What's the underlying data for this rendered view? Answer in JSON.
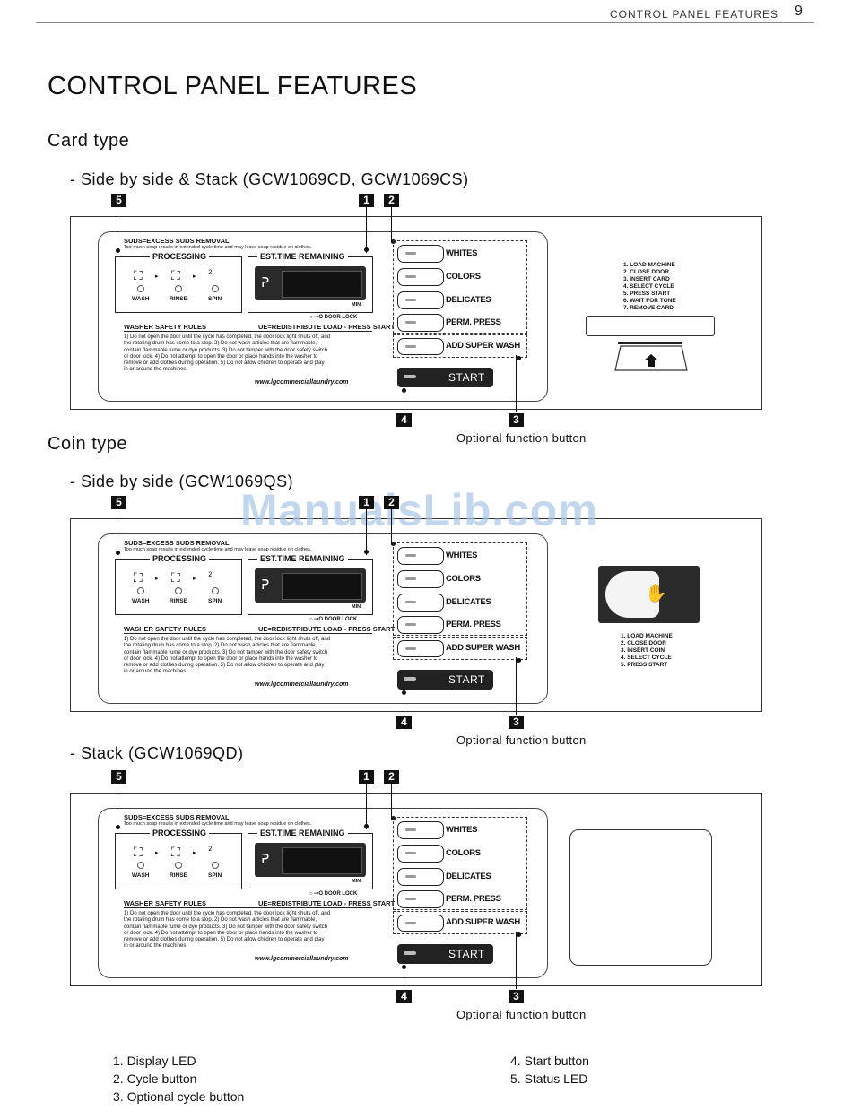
{
  "header": {
    "title": "CONTROL PANEL FEATURES",
    "page_number": "9"
  },
  "page_title": "CONTROL PANEL FEATURES",
  "sections": {
    "card_type": "Card type",
    "card_sub": "- Side by side & Stack (GCW1069CD, GCW1069CS)",
    "coin_type": "Coin type",
    "coin_sub1": "- Side by side (GCW1069QS)",
    "coin_sub2": "- Stack (GCW1069QD)"
  },
  "callouts": {
    "n1": "1",
    "n2": "2",
    "n3": "3",
    "n4": "4",
    "n5": "5"
  },
  "optional_function_label": "Optional function button",
  "panel": {
    "suds_title": "SUDS=EXCESS SUDS REMOVAL",
    "suds_sub": "Too much soap results in extended cycle time and may leave soap residue on clothes.",
    "processing": "PROCESSING",
    "stages": [
      "WASH",
      "RINSE",
      "SPIN"
    ],
    "est_time": "EST.TIME REMAINING",
    "min": "MIN.",
    "door_lock": "DOOR LOCK",
    "safety_title": "WASHER SAFETY RULES",
    "ue_text": "UE=REDISTRIBUTE LOAD - PRESS START",
    "rules_lines": [
      "1) Do not open the door until the cycle has completed, the door lock light shuts off, and",
      "the rotating drum has come to a stop.  2) Do not wash articles that are flammable,",
      "contain flammable fume or dye products.  3) Do not tamper with the door safety switch",
      "or door lock.  4) Do not attempt to open the door or place hands into the washer to",
      "remove or add clothes during operation.  5) Do not allow children to operate and play",
      "in or around the machines."
    ],
    "website": "www.lgcommerciallaundry.com",
    "buttons": [
      "WHITES",
      "COLORS",
      "DELICATES",
      "PERM. PRESS"
    ],
    "super_wash": "ADD SUPER WASH",
    "start": "START"
  },
  "card_instructions": [
    "1. LOAD MACHINE",
    "2. CLOSE DOOR",
    "3. INSERT CARD",
    "4. SELECT CYCLE",
    "5. PRESS START",
    "6. WAIT FOR TONE",
    "7. REMOVE CARD"
  ],
  "coin_instructions": [
    "1. LOAD MACHINE",
    "2. CLOSE DOOR",
    "3. INSERT COIN",
    "4. SELECT CYCLE",
    "5. PRESS START"
  ],
  "legend_left": [
    "1. Display LED",
    "2. Cycle button",
    "3. Optional cycle button"
  ],
  "legend_right": [
    "4. Start button",
    "5. Status LED"
  ],
  "watermark": "ManualsLib.com"
}
